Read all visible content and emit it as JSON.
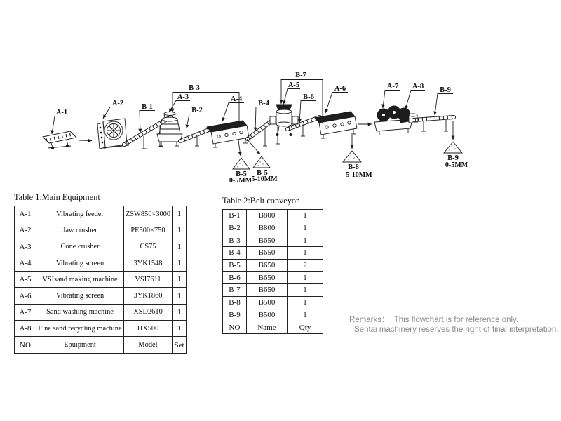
{
  "colors": {
    "ink": "#1c1c1c",
    "remarks_text": "#8b8b8b"
  },
  "diagram": {
    "callouts": {
      "a1": "A-1",
      "a2": "A-2",
      "b1": "B-1",
      "b3": "B-3",
      "a3": "A-3",
      "b2": "B-2",
      "a4": "A-4",
      "b4": "B-4",
      "b7": "B-7",
      "a5": "A-5",
      "b6": "B-6",
      "a6": "A-6",
      "a7": "A-7",
      "a8": "A-8",
      "b9": "B-9"
    },
    "piles": [
      {
        "label": "B-5",
        "size": "0-5MM"
      },
      {
        "label": "B-5",
        "size": "5-10MM"
      },
      {
        "label": "B-8",
        "size": "5-10MM"
      },
      {
        "label": "B-9",
        "size": "0-5MM"
      }
    ]
  },
  "table1": {
    "title": "Table 1:Main Equipment",
    "rows": [
      [
        "A-1",
        "Vibrating feeder",
        "ZSW850×3000",
        "1"
      ],
      [
        "A-2",
        "Jaw crusher",
        "PE500×750",
        "1"
      ],
      [
        "A-3",
        "Cone crusher",
        "CS75",
        "1"
      ],
      [
        "A-4",
        "Vibrating screen",
        "3YK1548",
        "1"
      ],
      [
        "A-5",
        "VSIsand making machine",
        "VSI7611",
        "1"
      ],
      [
        "A-6",
        "Vibrating screen",
        "3YK1860",
        "1"
      ],
      [
        "A-7",
        "Sand washing machine",
        "XSD2610",
        "1"
      ],
      [
        "A-8",
        "Fine sand recycling machine",
        "HX500",
        "1"
      ],
      [
        "NO",
        "Epuipment",
        "Model",
        "Set"
      ]
    ]
  },
  "table2": {
    "title": "Table 2:Belt conveyor",
    "rows": [
      [
        "B-1",
        "B800",
        "1"
      ],
      [
        "B-2",
        "B800",
        "1"
      ],
      [
        "B-3",
        "B650",
        "1"
      ],
      [
        "B-4",
        "B650",
        "1"
      ],
      [
        "B-5",
        "B650",
        "2"
      ],
      [
        "B-6",
        "B650",
        "1"
      ],
      [
        "B-7",
        "B650",
        "1"
      ],
      [
        "B-8",
        "B500",
        "1"
      ],
      [
        "B-9",
        "B500",
        "1"
      ],
      [
        "NO",
        "Name",
        "Qty"
      ]
    ]
  },
  "remarks": {
    "line1": "Remarks：  This flowchart is for reference only.",
    "line2": "Sentai machinery reserves the right of final interpretation."
  }
}
